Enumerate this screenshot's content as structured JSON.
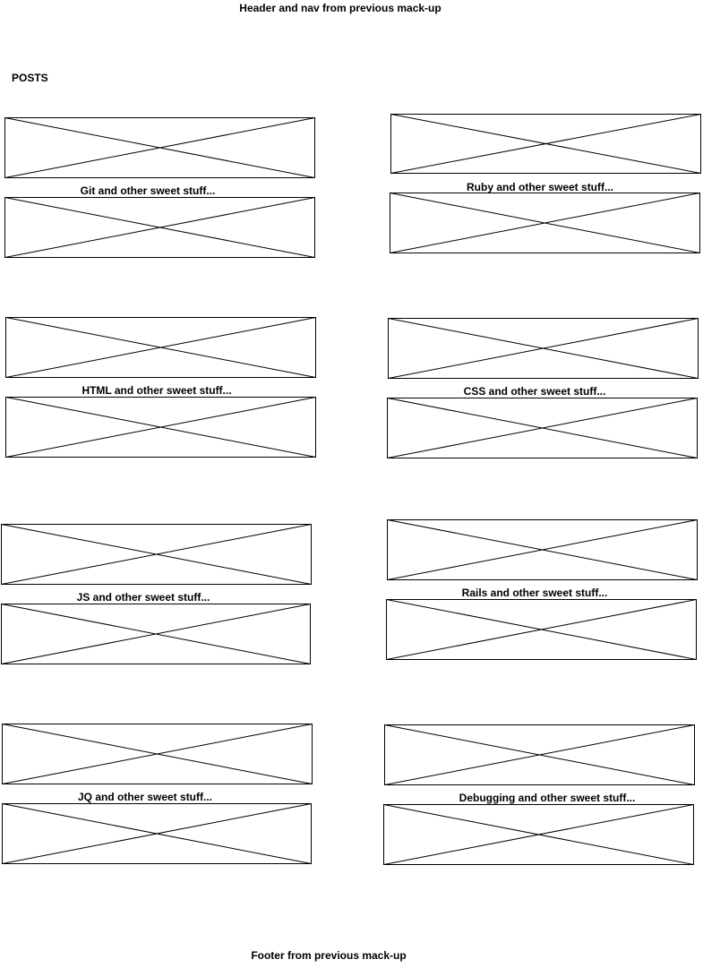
{
  "header_note": "Header and nav from previous mack-up",
  "section_title": "POSTS",
  "posts": [
    {
      "title": "Git and other sweet stuff..."
    },
    {
      "title": "Ruby and other sweet stuff..."
    },
    {
      "title": "HTML and other sweet stuff..."
    },
    {
      "title": "CSS and other sweet stuff..."
    },
    {
      "title": "JS and other sweet stuff..."
    },
    {
      "title": "Rails and other sweet stuff..."
    },
    {
      "title": "JQ and other sweet stuff..."
    },
    {
      "title": "Debugging and other sweet stuff..."
    }
  ],
  "footer_note": "Footer from previous mack-up"
}
